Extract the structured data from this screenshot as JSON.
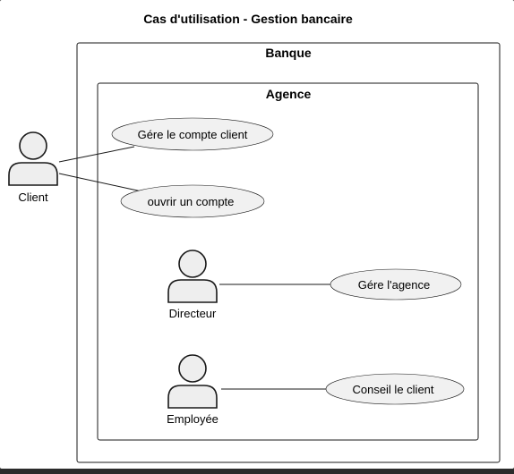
{
  "diagram": {
    "title": "Cas d'utilisation - Gestion bancaire",
    "packages": {
      "outer": {
        "label": "Banque"
      },
      "inner": {
        "label": "Agence"
      }
    },
    "actors": {
      "client": "Client",
      "directeur": "Directeur",
      "employee": "Employée"
    },
    "use_cases": {
      "gere_compte": "Gére le compte client",
      "ouvrir_compte": "ouvrir un compte",
      "gere_agence": "Gére l'agence",
      "conseil_client": "Conseil le client"
    }
  }
}
